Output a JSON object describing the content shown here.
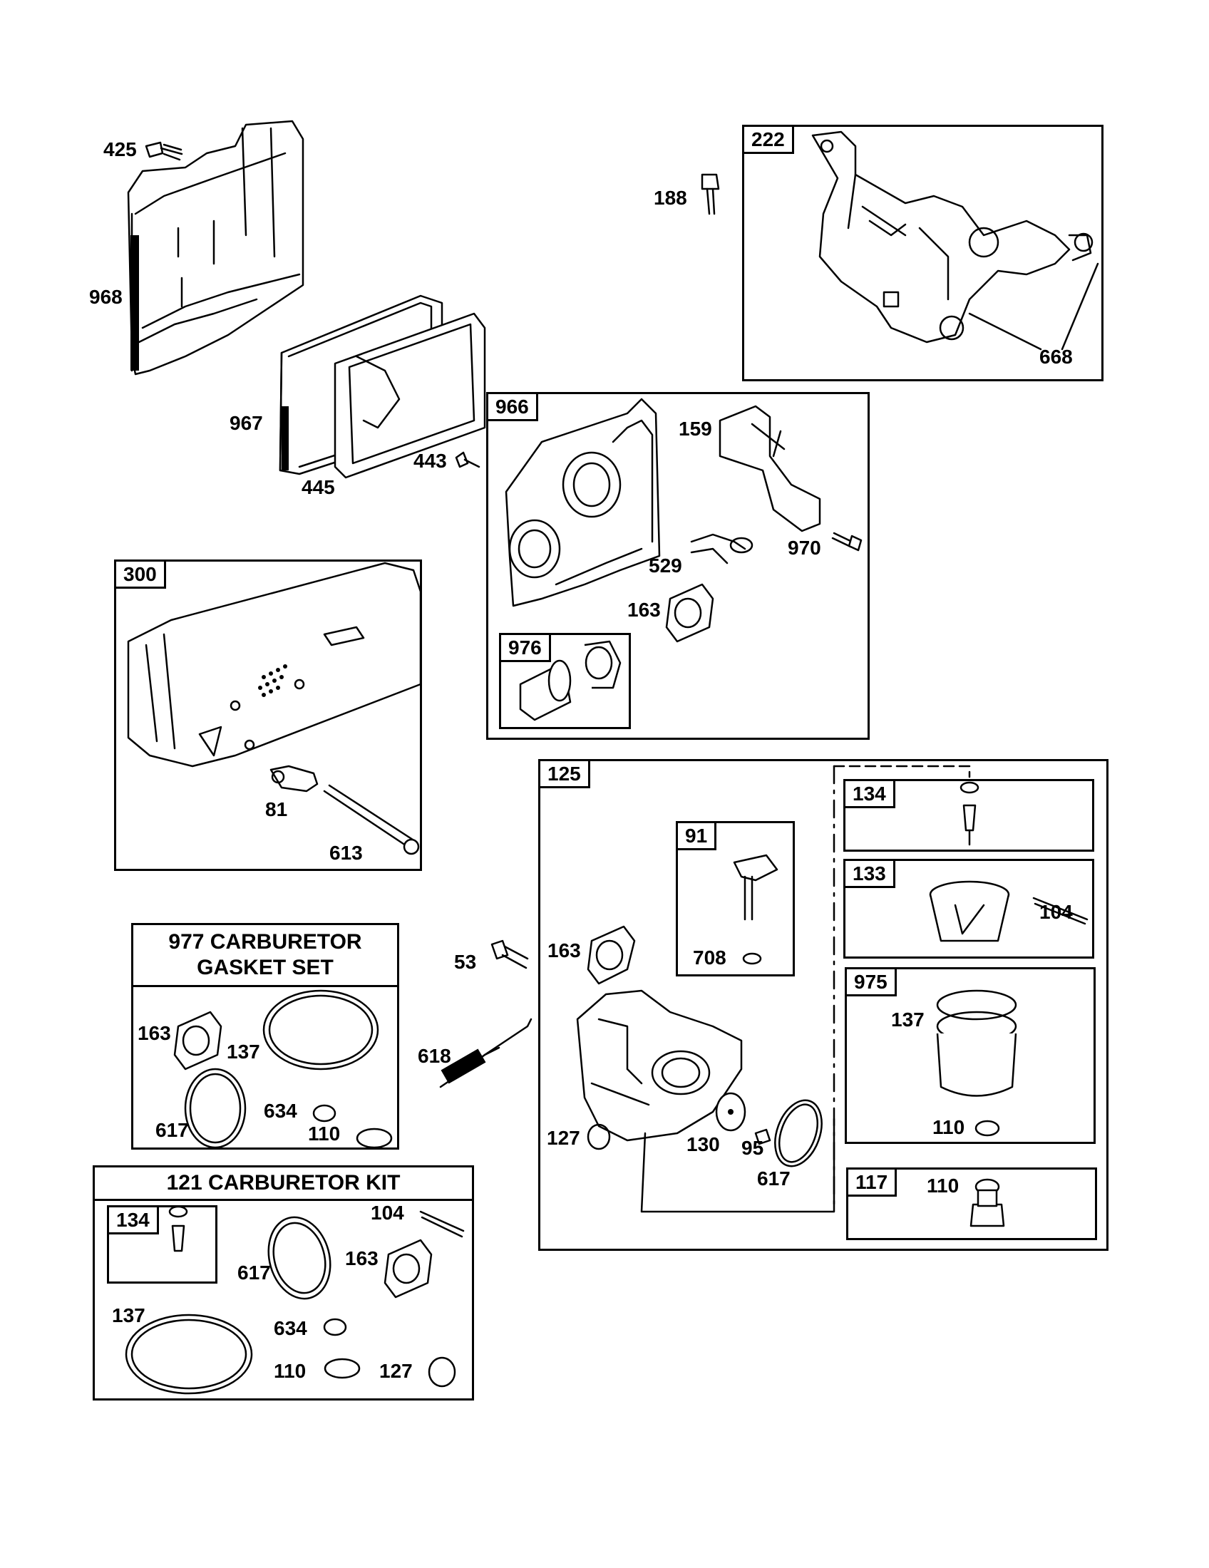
{
  "boxes": {
    "b222": "222",
    "b966": "966",
    "b976": "976",
    "b300": "300",
    "b125": "125",
    "b91": "91",
    "b134": "134",
    "b133": "133",
    "b975": "975",
    "b117": "117",
    "kit121_134": "134"
  },
  "kits": {
    "gasket_set_line1": "977 CARBURETOR",
    "gasket_set_line2": "GASKET SET",
    "carb_kit": "121 CARBURETOR KIT"
  },
  "labels": {
    "l425": "425",
    "l968": "968",
    "l967": "967",
    "l445": "445",
    "l443": "443",
    "l188": "188",
    "l668": "668",
    "l159": "159",
    "l970": "970",
    "l529": "529",
    "l163a": "163",
    "l81": "81",
    "l613": "613",
    "l53": "53",
    "l163b": "163",
    "l708": "708",
    "l104a": "104",
    "l137a": "137",
    "l110a": "110",
    "l110b": "110",
    "l618": "618",
    "l127a": "127",
    "l130": "130",
    "l95": "95",
    "l617a": "617",
    "l163c": "163",
    "l137b": "137",
    "l617b": "617",
    "l634a": "634",
    "l110c": "110",
    "l104b": "104",
    "l617c": "617",
    "l163d": "163",
    "l137c": "137",
    "l634b": "634",
    "l110d": "110",
    "l127b": "127"
  }
}
